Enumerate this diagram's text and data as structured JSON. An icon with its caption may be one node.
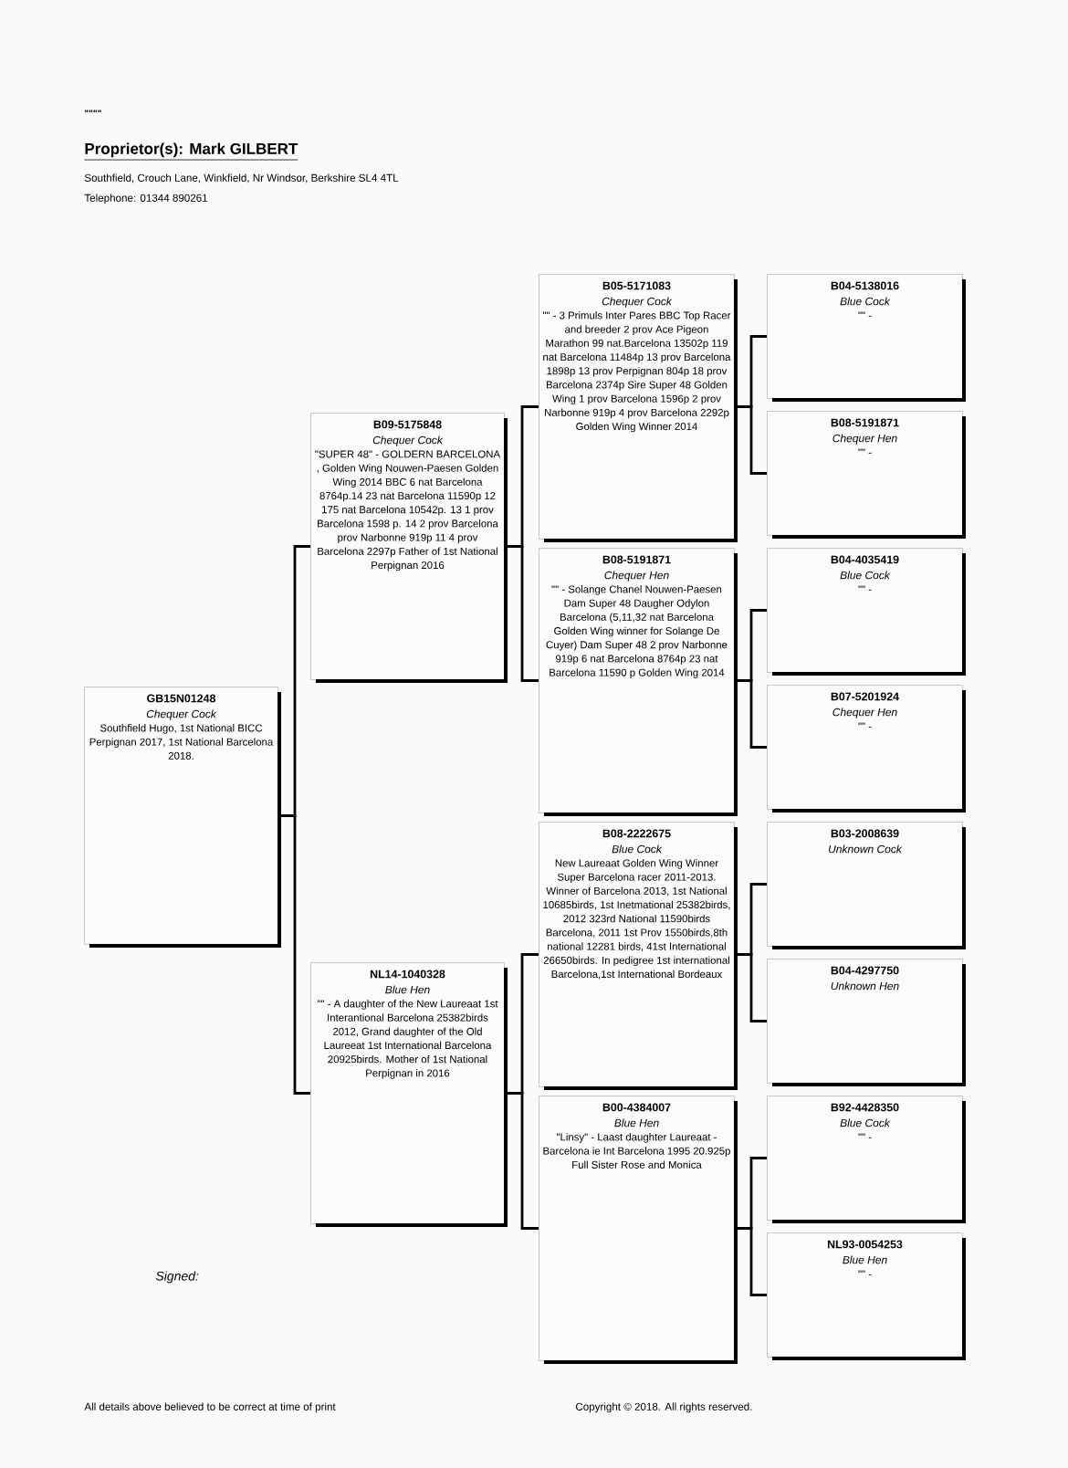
{
  "diagram": {
    "nodes": [
      {
        "text": [
          "GB15N01248",
          "Chequer Cock",
          "Southfield Hugo, 1st National BICC Perpignan 2017, 1st National Barcelona 2018."
        ]
      },
      {
        "text": [
          "B09-5175848",
          "Chequer Cock",
          "\"SUPER 48\" - GOLDERN BARCELONA , Golden Wing Nouwen-Paesen Golden Wing 2014 BBC 6 nat Barcelona 8764p.14 23 nat Barcelona 11590p 12 175 nat Barcelona 10542p. 13 1 prov Barcelona 1598 p. 14 2 prov Barcelona prov Narbonne 919p 11 4 prov Barcelona 2297p Father of 1st National Perpignan 2016"
        ]
      },
      {
        "text": [
          "NL14-1040328",
          "Blue Hen",
          "\"\" - A daughter of the New Laureaat 1st Interantional Barcelona 25382birds 2012, Grand daughter of the Old Laureeat 1st International Barcelona 20925birds. Mother of 1st National Perpignan in 2016"
        ]
      },
      {
        "text": [
          "B05-5171083",
          "Chequer Cock",
          "\"\" - 3 Primuls Inter Pares BBC Top Racer and breeder 2 prov Ace Pigeon Marathon 99 nat.Barcelona 13502p 119 nat Barcelona 11484p 13 prov Barcelona 1898p 13 prov Perpignan 804p 18 prov Barcelona 2374p Sire Super 48 Golden Wing 1 prov Barcelona 1596p 2 prov Narbonne 919p 4 prov Barcelona 2292p Golden Wing Winner 2014"
        ]
      },
      {
        "text": [
          "B08-5191871",
          "Chequer Hen",
          "\"\" - Solange Chanel Nouwen-Paesen Dam Super 48 Daugher Odylon Barcelona (5,11,32 nat Barcelona Golden Wing winner for Solange De Cuyer) Dam Super 48 2 prov Narbonne 919p 6 nat Barcelona 8764p 23 nat Barcelona 11590 p Golden Wing 2014"
        ]
      },
      {
        "text": [
          "B08-2222675",
          "Blue Cock",
          "New Laureaat Golden Wing Winner Super Barcelona racer 2011-2013. Winner of Barcelona 2013, 1st National 10685birds, 1st Inetmational 25382birds, 2012 323rd National 11590birds Barcelona, 2011 1st Prov 1550birds,8th national 12281 birds, 41st International 26650birds. In pedigree 1st international Barcelona,1st International Bordeaux"
        ]
      },
      {
        "text": [
          "B00-4384007",
          "Blue Hen",
          "\"Linsy\" - Laast daughter Laureaat - Barcelona ie Int Barcelona 1995 20.925p Full Sister Rose and Monica"
        ]
      },
      {
        "text": [
          "B04-5138016",
          "Blue Cock",
          "\"\" -"
        ]
      },
      {
        "text": [
          "B08-5191871",
          "Chequer Hen",
          "\"\" -"
        ]
      },
      {
        "text": [
          "B04-4035419",
          "Blue Cock",
          "\"\" -"
        ]
      },
      {
        "text": [
          "B07-5201924",
          "Chequer Hen",
          "\"\" -"
        ]
      },
      {
        "text": [
          "B03-2008639",
          "Unknown Cock"
        ]
      },
      {
        "text": [
          "B04-4297750",
          "Unknown Hen"
        ]
      },
      {
        "text": [
          "B92-4428350",
          "Blue Cock",
          "\"\" -"
        ]
      },
      {
        "text": [
          "NL93-0054253",
          "Blue Hen",
          "\"\" -"
        ]
      }
    ],
    "edges": [
      {
        "from": 0,
        "to": 1,
        "arrow": "none"
      },
      {
        "from": 0,
        "to": 2,
        "arrow": "none"
      },
      {
        "from": 1,
        "to": 3,
        "arrow": "none"
      },
      {
        "from": 1,
        "to": 4,
        "arrow": "none"
      },
      {
        "from": 2,
        "to": 5,
        "arrow": "none"
      },
      {
        "from": 2,
        "to": 6,
        "arrow": "none"
      },
      {
        "from": 3,
        "to": 7,
        "arrow": "none"
      },
      {
        "from": 3,
        "to": 8,
        "arrow": "none"
      },
      {
        "from": 4,
        "to": 9,
        "arrow": "none"
      },
      {
        "from": 4,
        "to": 10,
        "arrow": "none"
      },
      {
        "from": 5,
        "to": 11,
        "arrow": "none"
      },
      {
        "from": 5,
        "to": 12,
        "arrow": "none"
      },
      {
        "from": 6,
        "to": 13,
        "arrow": "none"
      },
      {
        "from": 6,
        "to": 14,
        "arrow": "none"
      }
    ],
    "labels": [
      "\"\"\"\"",
      "Proprietor(s): Mark GILBERT",
      "Southfield, Crouch Lane, Winkfield, Nr Windsor, Berkshire SL4 4TL",
      "Telephone: 01344 890261",
      "Signed:",
      "All details above believed to be correct at time of print",
      "Copyright © 2018. All rights reserved."
    ]
  }
}
